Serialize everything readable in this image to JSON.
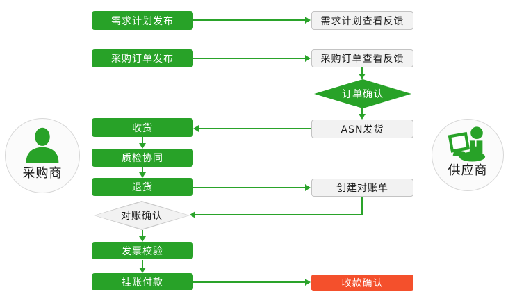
{
  "actors": {
    "buyer": {
      "label": "采购商",
      "icon": "person-icon"
    },
    "supplier": {
      "label": "供应商",
      "icon": "person-computer-icon"
    }
  },
  "nodes": {
    "demand_plan_publish": {
      "label": "需求计划发布"
    },
    "purchase_order_publish": {
      "label": "采购订单发布"
    },
    "receiving": {
      "label": "收货"
    },
    "quality_inspection": {
      "label": "质检协同"
    },
    "returns": {
      "label": "退货"
    },
    "invoice_verification": {
      "label": "发票校验"
    },
    "booked_payment": {
      "label": "挂账付款"
    },
    "demand_plan_feedback": {
      "label": "需求计划查看反馈"
    },
    "purchase_order_feedback": {
      "label": "采购订单查看反馈"
    },
    "order_confirmation": {
      "label": "订单确认"
    },
    "asn_shipping": {
      "label": "ASN发货"
    },
    "create_statement": {
      "label": "创建对账单"
    },
    "payment_confirmation": {
      "label": "收款确认"
    }
  },
  "colors": {
    "process_green": "#28a228",
    "arrow_green": "#2aa32a",
    "highlight_red": "#f4502c",
    "doc_fill": "#f2f2f2",
    "doc_border": "#c3c3c3"
  }
}
